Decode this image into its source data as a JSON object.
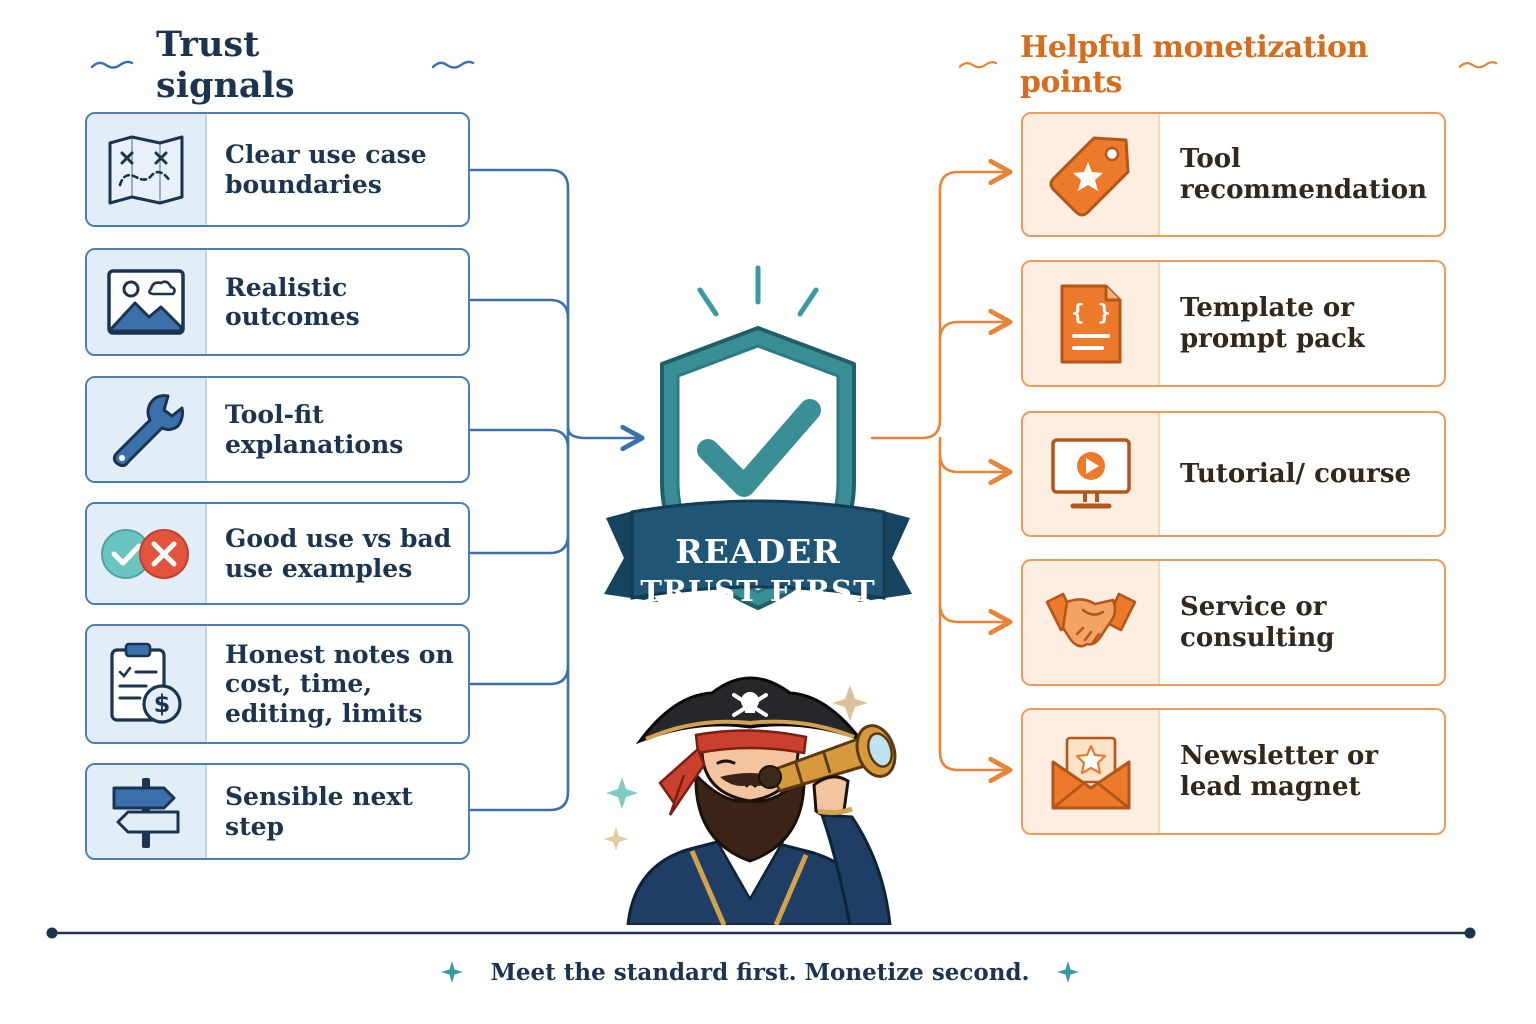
{
  "left_column": {
    "title": "Trust signals",
    "items": [
      {
        "label": "Clear use case boundaries",
        "icon": "map-icon"
      },
      {
        "label": "Realistic outcomes",
        "icon": "image-icon"
      },
      {
        "label": "Tool-fit explanations",
        "icon": "wrench-icon"
      },
      {
        "label": "Good use vs bad use examples",
        "icon": "check-cross-icon"
      },
      {
        "label": "Honest notes on cost, time, editing, limits",
        "icon": "clipboard-dollar-icon"
      },
      {
        "label": "Sensible next step",
        "icon": "signpost-icon"
      }
    ]
  },
  "right_column": {
    "title": "Helpful monetization points",
    "items": [
      {
        "label": "Tool recommendation",
        "icon": "tag-star-icon"
      },
      {
        "label": "Template or prompt pack",
        "icon": "code-document-icon"
      },
      {
        "label": "Tutorial/ course",
        "icon": "monitor-play-icon"
      },
      {
        "label": "Service or consulting",
        "icon": "handshake-icon"
      },
      {
        "label": "Newsletter or lead magnet",
        "icon": "envelope-star-icon"
      }
    ]
  },
  "badge": {
    "line1": "READER",
    "line2": "TRUST FIRST",
    "icon": "shield-check-icon"
  },
  "mascot": {
    "icon": "pirate-telescope-icon"
  },
  "footer": {
    "text": "Meet the standard first. Monetize second."
  },
  "colors": {
    "navy": "#1b3550",
    "blue": "#4a7fb5",
    "orange": "#e8843a",
    "teal": "#3a8f97"
  }
}
